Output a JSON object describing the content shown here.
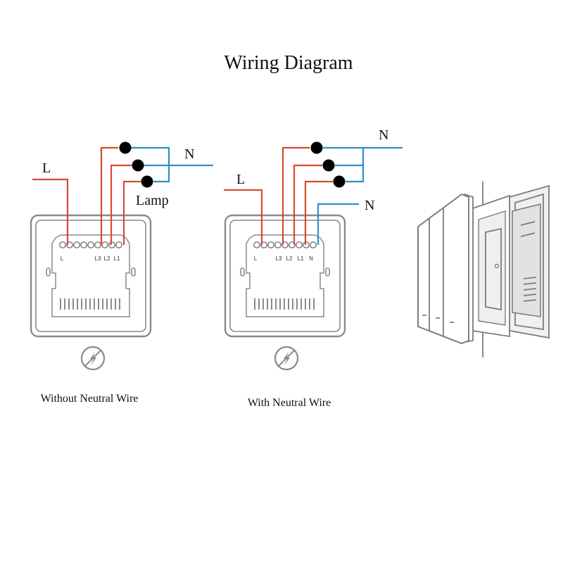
{
  "title": "Wiring Diagram",
  "left_diagram": {
    "line_label": "L",
    "neutral_label": "N",
    "lamp_label": "Lamp",
    "terminal_labels": [
      "L",
      "L3",
      "L2",
      "L1"
    ],
    "caption": "Without Neutral Wire"
  },
  "right_diagram": {
    "line_label": "L",
    "neutral_label_top": "N",
    "neutral_label_switch": "N",
    "terminal_labels": [
      "L",
      "L3",
      "L2",
      "L1",
      "N"
    ],
    "caption": "With Neutral Wire"
  },
  "colors": {
    "live_wire": "#d64a2f",
    "neutral_wire": "#2e8fc7",
    "outline": "#8a8a8a"
  },
  "icons": [
    "lamp-icon",
    "no-touch-electricity-icon",
    "switch-panel-exploded-view"
  ]
}
